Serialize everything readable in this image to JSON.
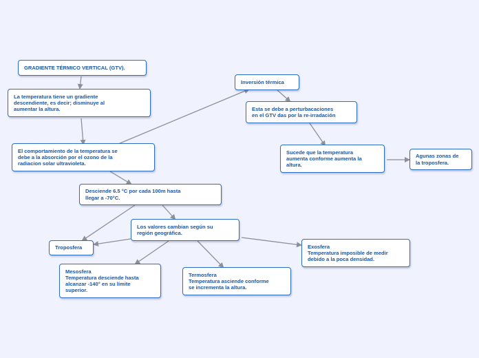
{
  "colors": {
    "background": "#f0f3fd",
    "node_border": "#2b6cc4",
    "node_text": "#1a56a8",
    "connector": "#8a8f98"
  },
  "nodes": {
    "gtv": "GRADIENTE TÉRMICO VERTICAL (GTV).",
    "gradiente": "La temperatura tiene un gradiente\ndescendiente, es decir; disminuye al\naumentar la altura.",
    "comportamiento": "El comportamiento de la temperatura se\ndebe a la absorción por el ozono de la\nradiacion solar ultravioleta.",
    "desciende": "Desciende 6.5 °C por cada 100m hasta\nllegar a -70°C.",
    "valores": "Los valores cambian según su\nregión geográfica.",
    "troposfera": "Troposfera",
    "mesosfera": "Mesosfera\nTemperatura desciende hasta\nalcanzar -140° en su límite\nsuperior.",
    "termosfera": "Termosfera\nTemperatura asciende conforme\nse incrementa la altura.",
    "exosfera": "Exosfera\nTemperatura imposible de medir\ndebido a la poca densidad.",
    "inversion": "Inversión térmica",
    "perturbaciones": "Esta se debe a perturbacaciones\nen el GTV das por la re-irradación",
    "sucede": "Sucede que la temperatura\naumenta conforme aumenta la\naltura.",
    "zonas": "Agunas zonas de\nla troposfera."
  }
}
